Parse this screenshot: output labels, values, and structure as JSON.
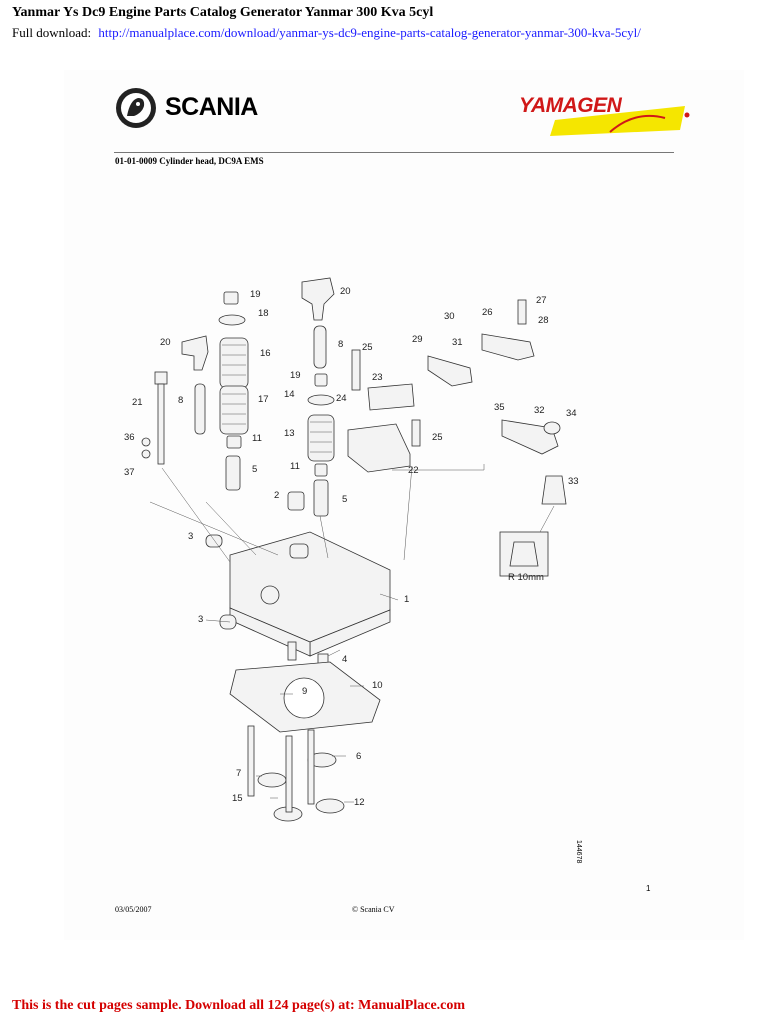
{
  "header": {
    "title": "Yanmar Ys Dc9 Engine Parts Catalog Generator Yanmar 300 Kva 5cyl",
    "download_label": "Full download:",
    "download_url": "http://manualplace.com/download/yanmar-ys-dc9-engine-parts-catalog-generator-yanmar-300-kva-5cyl/"
  },
  "logos": {
    "left_brand": "SCANIA",
    "right_brand": "YAMAGEN",
    "right_brand_color": "#d01818",
    "right_swoosh_color": "#f5e600"
  },
  "section": {
    "title": "01-01-0009 Cylinder head, DC9A EMS"
  },
  "diagram": {
    "callouts": [
      "19",
      "18",
      "16",
      "17",
      "11",
      "5",
      "20",
      "8",
      "21",
      "36",
      "37",
      "3",
      "2",
      "8",
      "19",
      "14",
      "24",
      "13",
      "11",
      "5",
      "25",
      "23",
      "25",
      "22",
      "30",
      "29",
      "31",
      "26",
      "27",
      "28",
      "35",
      "32",
      "34",
      "33",
      "1",
      "4",
      "9",
      "10",
      "6",
      "7",
      "15",
      "12",
      "3",
      "20"
    ],
    "detail_label": "R 10mm",
    "figure_id": "144678"
  },
  "footer": {
    "page_number": "1",
    "date": "03/05/2007",
    "copyright": "© Scania CV"
  },
  "banner": {
    "text": "This is the cut pages sample. Download all 124 page(s) at: ManualPlace.com",
    "color": "#d40000"
  }
}
